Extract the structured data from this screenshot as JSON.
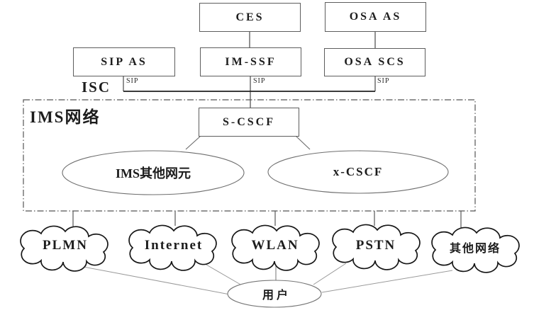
{
  "diagram": {
    "application_servers": {
      "ces": "CES",
      "osa_as": "OSA AS",
      "sip_as": "SIP AS",
      "im_ssf": "IM-SSF",
      "osa_scs": "OSA SCS"
    },
    "interface_labels": {
      "isc": "ISC",
      "sip_1": "SIP",
      "sip_2": "SIP",
      "sip_3": "SIP"
    },
    "ims_network": {
      "title": "IMS网络",
      "s_cscf": "S-CSCF",
      "other_elements": "IMS其他网元",
      "x_cscf": "x-CSCF"
    },
    "access_networks": [
      {
        "label": "PLMN"
      },
      {
        "label": "Internet"
      },
      {
        "label": "WLAN"
      },
      {
        "label": "PSTN"
      },
      {
        "label": "其他网络"
      }
    ],
    "user": {
      "label": "用户"
    },
    "colors": {
      "background": "#ffffff",
      "box_border": "#5d5d5d",
      "connector_line": "#565656",
      "isc_bus_line": "#1f1f1f",
      "dashed_boundary": "#555555",
      "ellipse_stroke": "#6e6e6e",
      "cloud_stroke": "#161616",
      "thin_link_line": "#9a9a9a",
      "text": "#1c1c1c"
    }
  }
}
